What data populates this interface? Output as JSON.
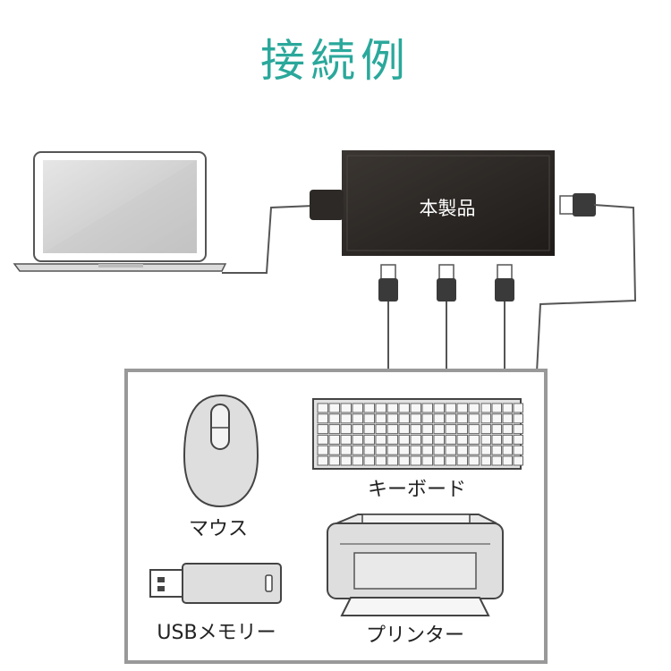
{
  "title": "接続例",
  "hub_label": "本製品",
  "devices": {
    "mouse": "マウス",
    "keyboard": "キーボード",
    "usb_memory": "USBメモリー",
    "printer": "プリンター"
  }
}
